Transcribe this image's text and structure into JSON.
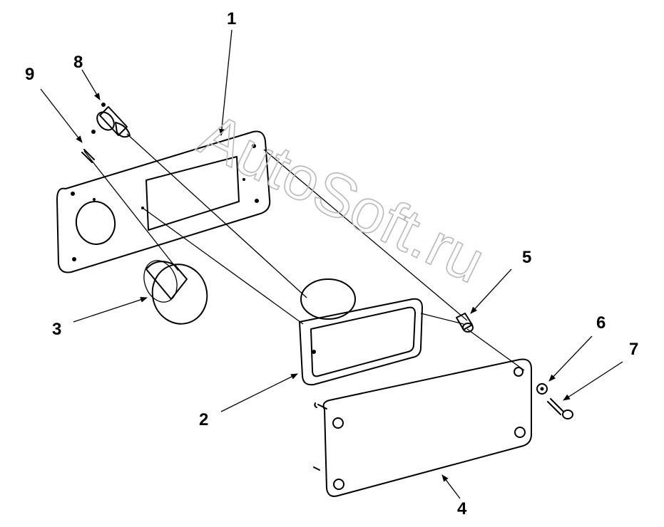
{
  "callouts": {
    "c1": "1",
    "c2": "2",
    "c3": "3",
    "c4": "4",
    "c5": "5",
    "c6": "6",
    "c7": "7",
    "c8": "8",
    "c9": "9"
  },
  "watermark": "AutoSoft.ru",
  "colors": {
    "ink": "#000000",
    "paper": "#ffffff",
    "watermark": "#b9b9b9"
  }
}
